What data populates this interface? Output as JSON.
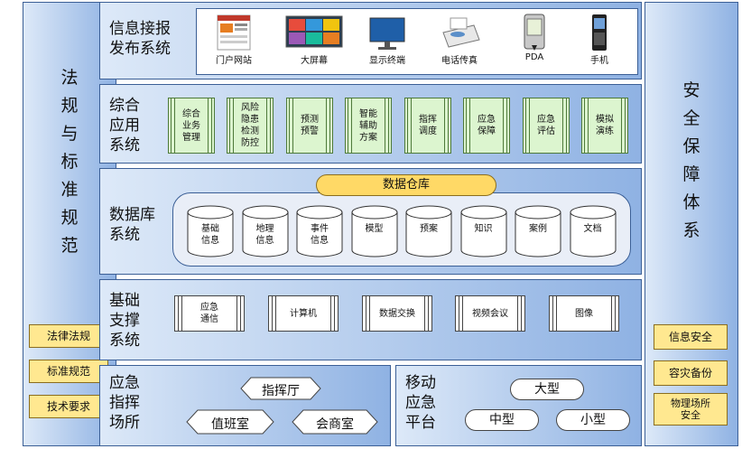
{
  "left_pillar": {
    "title_chars": [
      "法",
      "规",
      "与",
      "标",
      "准",
      "规",
      "范"
    ],
    "tags": [
      "法律法规",
      "标准规范",
      "技术要求"
    ]
  },
  "right_pillar": {
    "title_chars": [
      "安",
      "全",
      "保",
      "障",
      "体",
      "系"
    ],
    "tags": [
      "信息安全",
      "容灾备份",
      "物理场所\n安全"
    ]
  },
  "info_publish": {
    "label": "信息接报\n发布系统",
    "channels": [
      "门户网站",
      "大屏幕",
      "显示终端",
      "电话传真",
      "PDA",
      "手机"
    ]
  },
  "integrated_app": {
    "label": "综合\n应用\n系统",
    "modules": [
      "综合\n业务\n管理",
      "风险\n隐患\n检测\n防控",
      "预测\n预警",
      "智能\n辅助\n方案",
      "指挥\n调度",
      "应急\n保障",
      "应急\n评估",
      "模拟\n演练"
    ]
  },
  "database": {
    "label": "数据库\n系统",
    "warehouse": "数据仓库",
    "stores": [
      "基础\n信息",
      "地理\n信息",
      "事件\n信息",
      "模型",
      "预案",
      "知识",
      "案例",
      "文档"
    ]
  },
  "infrastructure": {
    "label": "基础\n支撑\n系统",
    "items": [
      "应急\n通信",
      "计算机",
      "数据交换",
      "视频会议",
      "图像"
    ]
  },
  "emergency_venues": {
    "label": "应急\n指挥\n场所",
    "places": [
      "指挥厅",
      "值班室",
      "会商室"
    ]
  },
  "mobile_platform": {
    "label": "移动\n应急\n平台",
    "sizes": [
      "大型",
      "中型",
      "小型"
    ]
  }
}
